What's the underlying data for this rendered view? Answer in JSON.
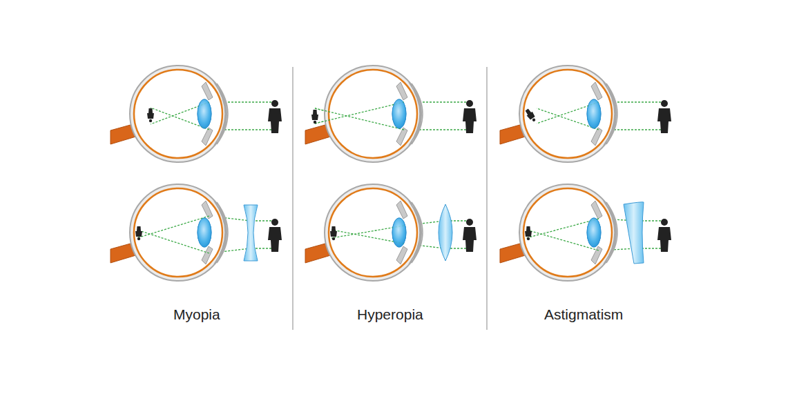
{
  "diagram": {
    "labels": [
      "Myopia",
      "Hyperopia",
      "Astigmatism"
    ]
  }
}
